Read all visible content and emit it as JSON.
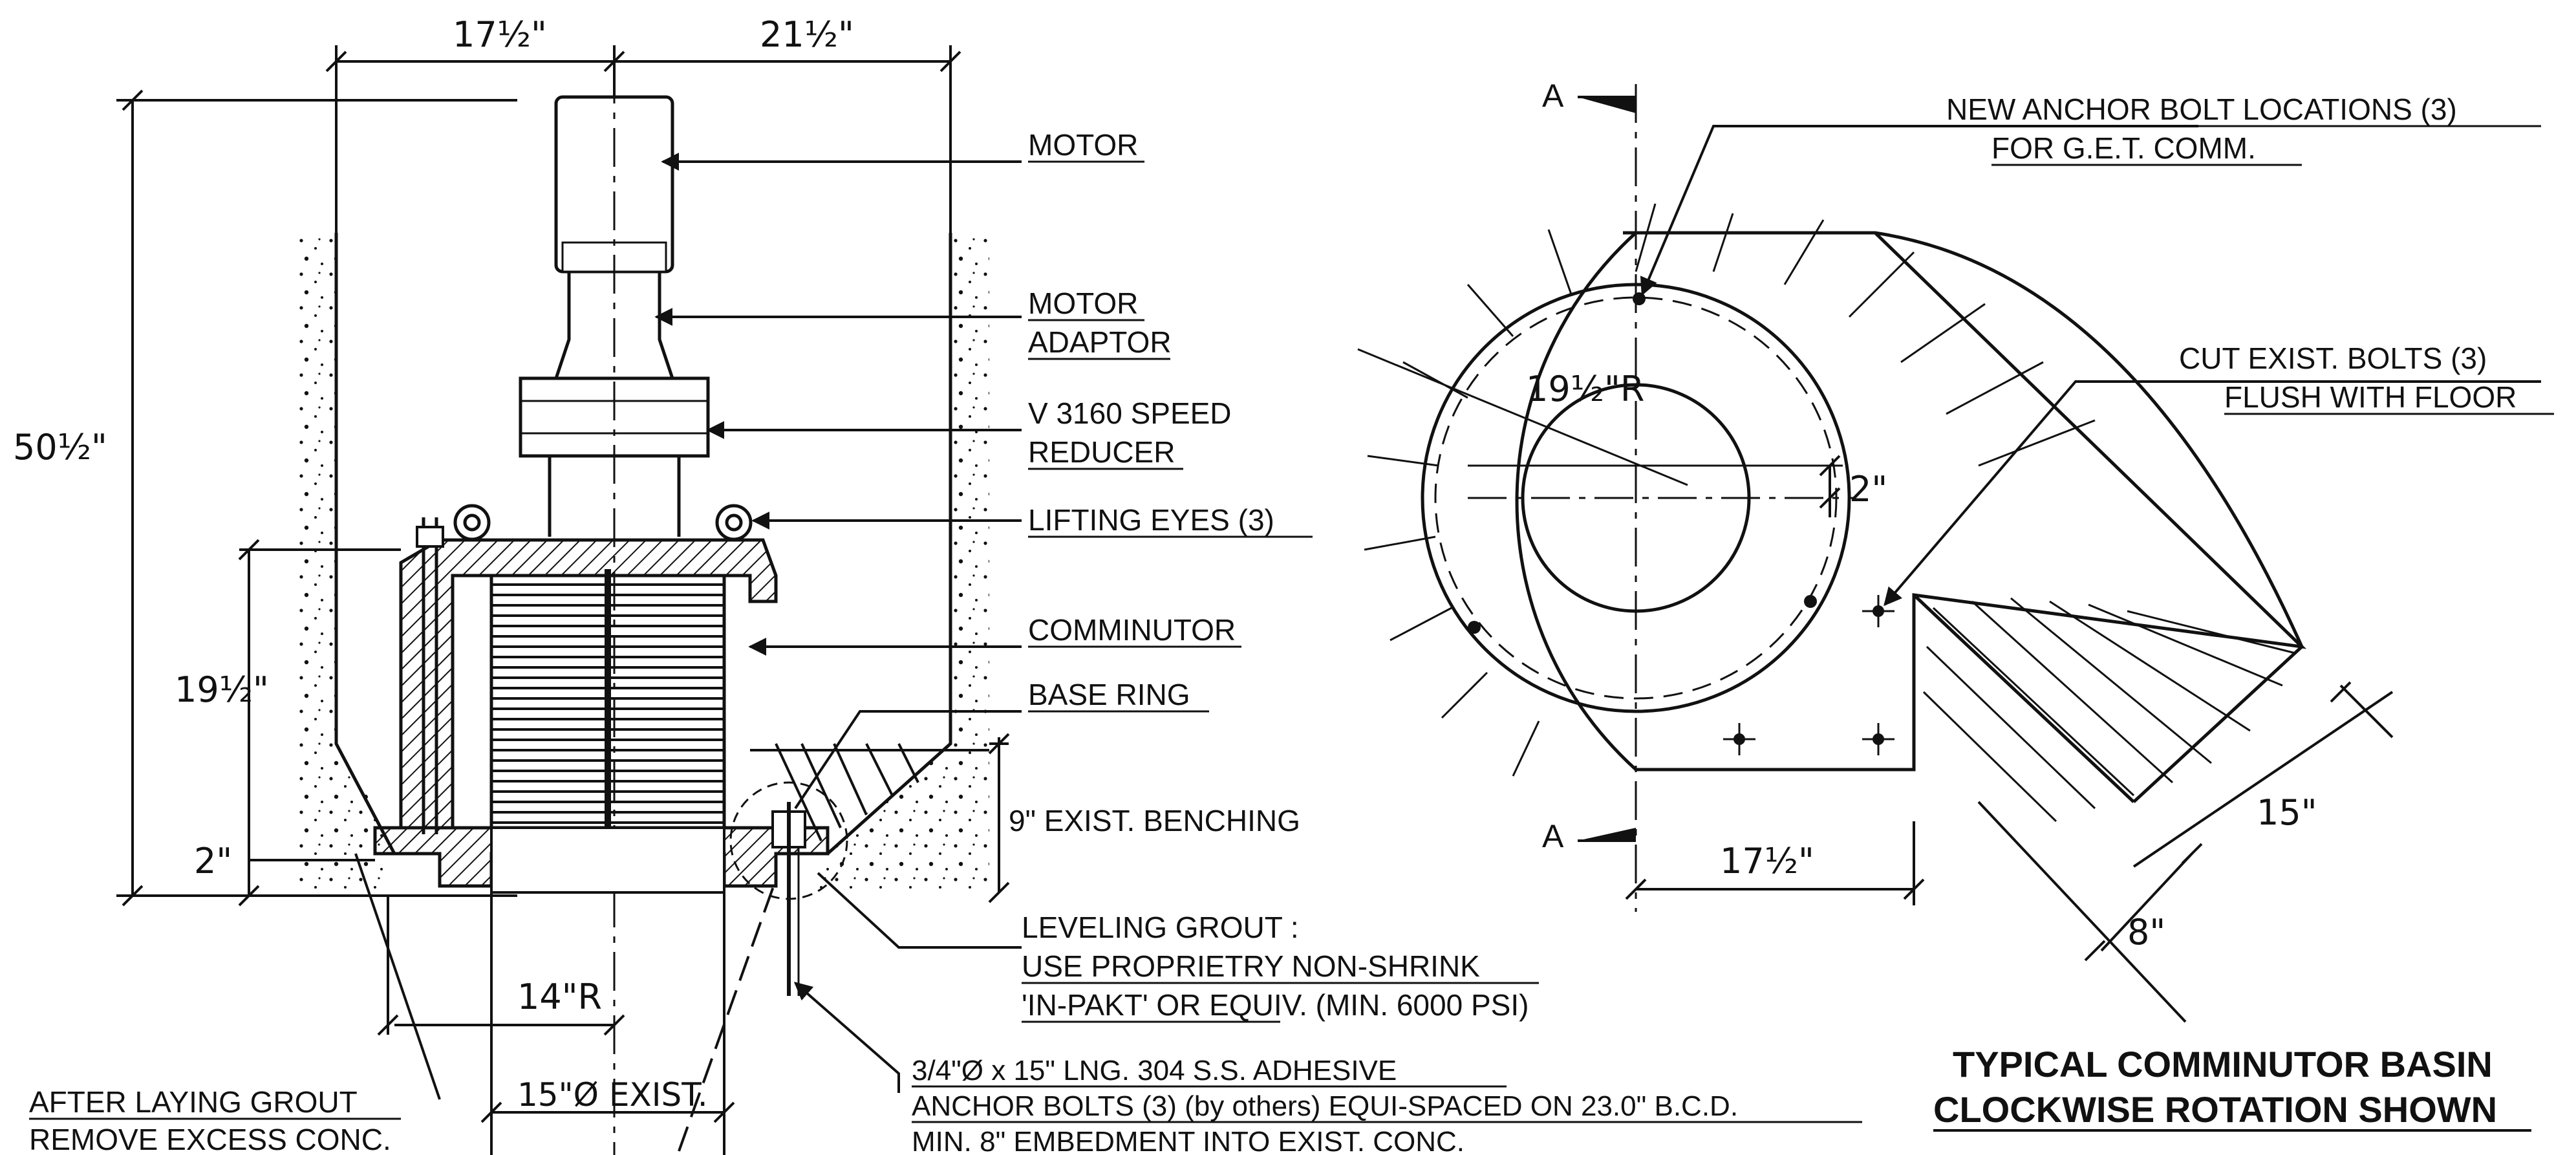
{
  "dimensions": {
    "top_left": "17½\"",
    "top_right": "21½\"",
    "overall_height": "50½\"",
    "body_height": "19½\"",
    "base": "2\"",
    "radius_14": "14\"R",
    "bore_15": "15\"Ø EXIST.",
    "plan_radius": "19½\"R",
    "plan_offset": "2\"",
    "plan_width": "17½\"",
    "plan_15": "15\"",
    "plan_8": "8\""
  },
  "labels": {
    "motor": "MOTOR",
    "motor_adaptor_1": "MOTOR",
    "motor_adaptor_2": "ADAPTOR",
    "reducer_1": "V 3160 SPEED",
    "reducer_2": "REDUCER",
    "lifting_eyes": "LIFTING EYES (3)",
    "comminutor": "COMMINUTOR",
    "base_ring": "BASE RING",
    "benching": "9\" EXIST. BENCHING",
    "grout_1": "LEVELING GROUT :",
    "grout_2": "USE PROPRIETRY NON-SHRINK",
    "grout_3": "'IN-PAKT' OR EQUIV. (MIN. 6000 PSI)",
    "anchor_1": "3/4\"Ø x 15\" LNG. 304 S.S. ADHESIVE",
    "anchor_2": "ANCHOR BOLTS (3) (by others) EQUI-SPACED ON 23.0\" B.C.D.",
    "anchor_3": "MIN. 8\" EMBEDMENT INTO EXIST. CONC.",
    "after_grout_1": "AFTER LAYING GROUT",
    "after_grout_2": "REMOVE EXCESS CONC.",
    "new_anchor_1": "NEW ANCHOR BOLT LOCATIONS (3)",
    "new_anchor_2": "FOR G.E.T. COMM.",
    "cut_bolts_1": "CUT EXIST. BOLTS (3)",
    "cut_bolts_2": "FLUSH WITH FLOOR",
    "section_a": "A",
    "title_1": "TYPICAL COMMINUTOR BASIN",
    "title_2": "CLOCKWISE ROTATION SHOWN"
  },
  "colors": {
    "ink": "#111111",
    "paper": "#ffffff"
  }
}
